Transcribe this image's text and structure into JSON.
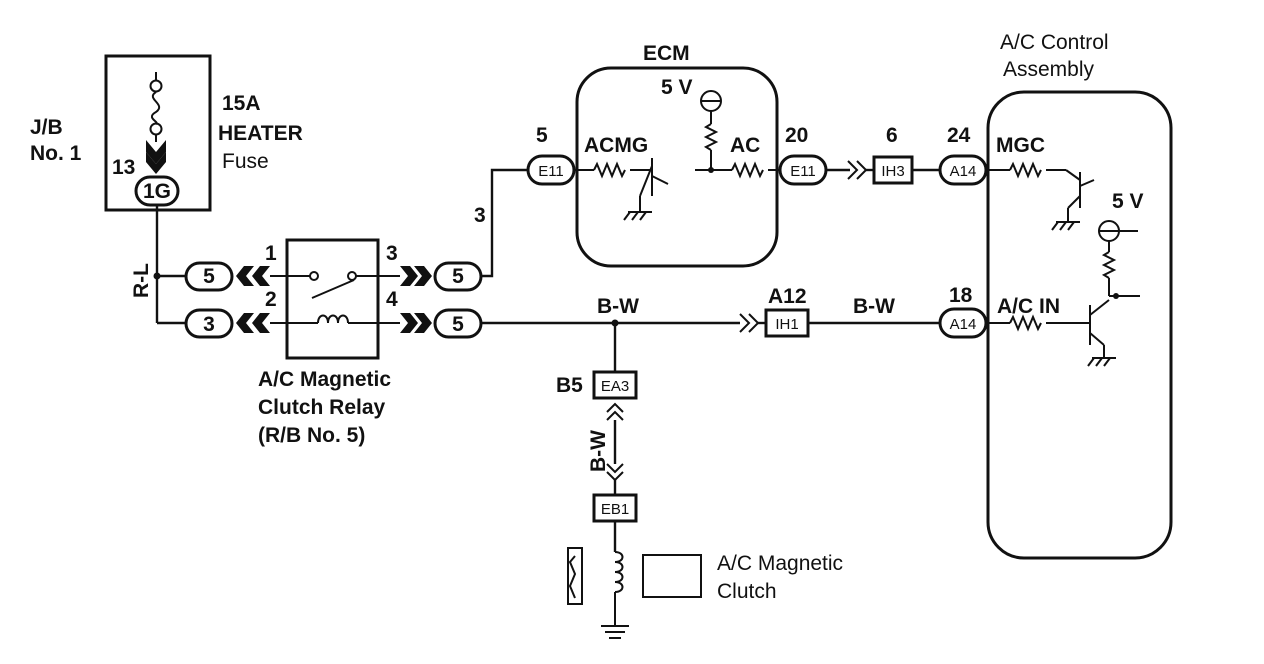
{
  "junction_block": {
    "label_line1": "J/B",
    "label_line2": "No. 1",
    "pin": "13",
    "connector": "1G"
  },
  "fuse": {
    "rating": "15A",
    "name": "HEATER",
    "word": "Fuse"
  },
  "wire_colors": {
    "main_feed": "R-L",
    "signal": "B-W",
    "relay_to_ecm_pin": "3"
  },
  "relay": {
    "title_line1": "A/C Magnetic",
    "title_line2": "Clutch Relay",
    "title_line3": "(R/B No. 5)",
    "pins": [
      "1",
      "2",
      "3",
      "4"
    ],
    "connectors": [
      "5",
      "3",
      "5",
      "5"
    ]
  },
  "ecm": {
    "title": "ECM",
    "supply": "5 V",
    "pin_acmg_number": "5",
    "pin_acmg_connector": "E11",
    "pin_acmg_label": "ACMG",
    "pin_ac_number": "20",
    "pin_ac_connector": "E11",
    "pin_ac_label": "AC"
  },
  "connectors": {
    "ih3": {
      "number": "6",
      "code": "IH3"
    },
    "ih1": {
      "number": "A12",
      "code": "IH1"
    },
    "ea3": {
      "number": "B5",
      "code": "EA3"
    },
    "eb1": {
      "code": "EB1"
    }
  },
  "ac_control": {
    "title_line1": "A/C Control",
    "title_line2": "Assembly",
    "supply": "5 V",
    "mgc_pin": "24",
    "mgc_connector": "A14",
    "mgc_label": "MGC",
    "acin_pin": "18",
    "acin_connector": "A14",
    "acin_label": "A/C IN"
  },
  "clutch": {
    "title_line1": "A/C Magnetic",
    "title_line2": "Clutch"
  }
}
